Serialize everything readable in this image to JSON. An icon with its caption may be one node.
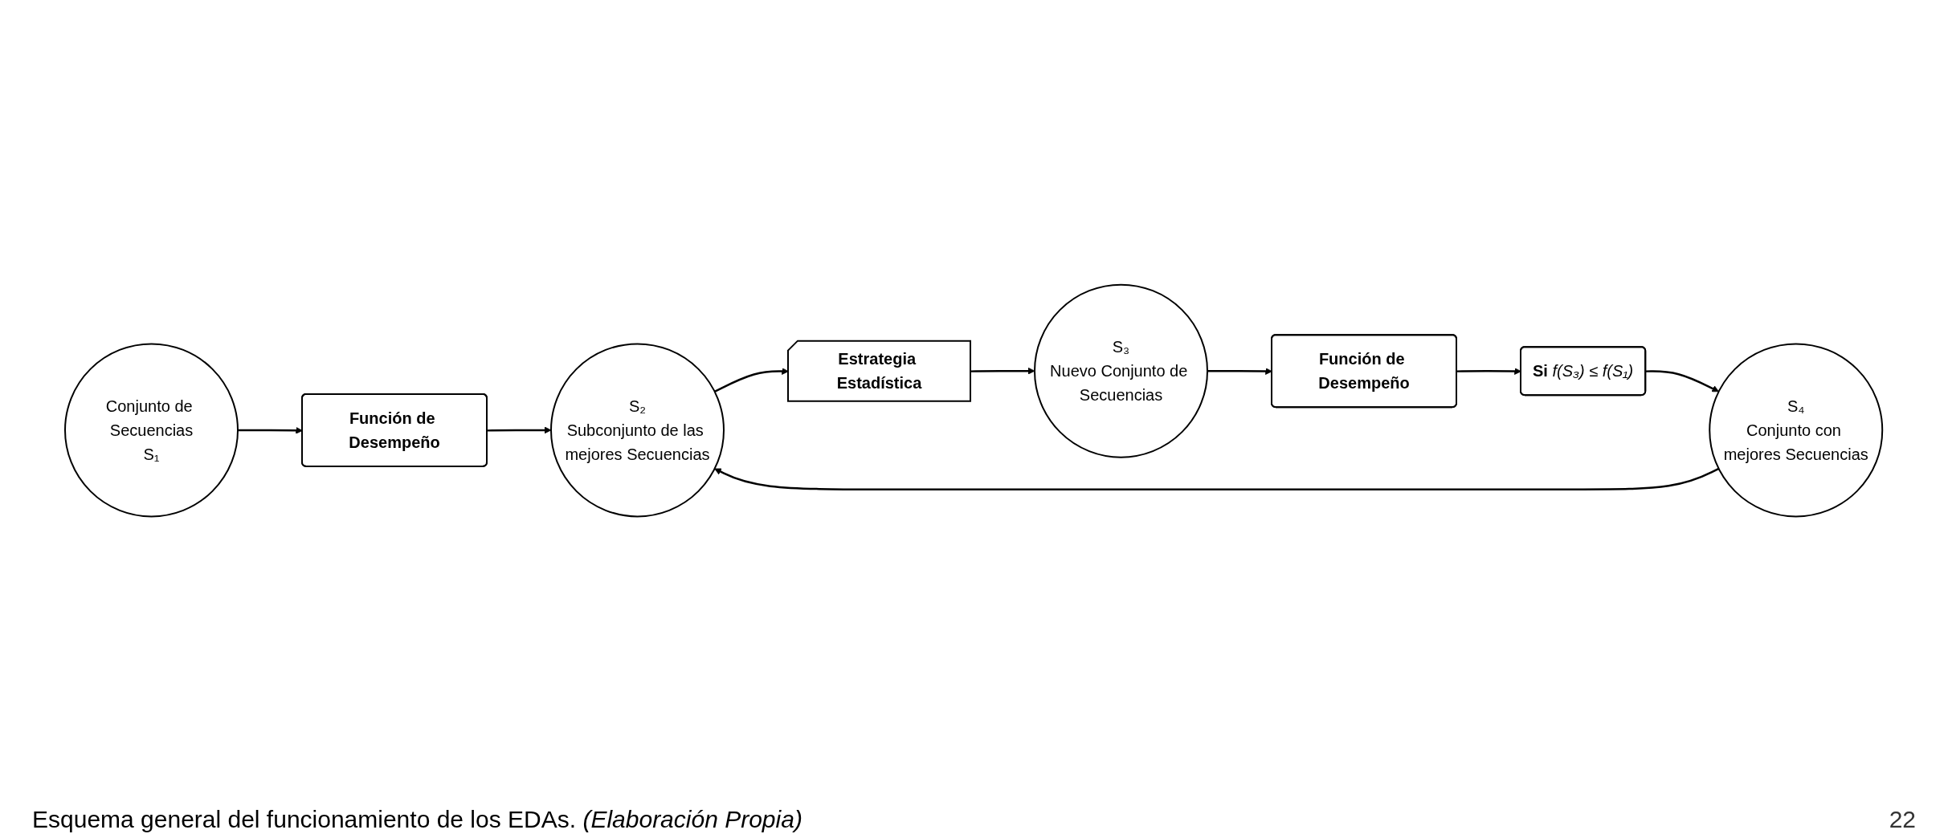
{
  "diagram": {
    "caption": "Esquema general del funcionamiento de los EDAs. *(Elaboración Propia)*",
    "nodes": [
      {
        "text": [
          "Conjunto de Secuencias",
          "S₁"
        ]
      },
      {
        "text": [
          "Función de Desempeño"
        ]
      },
      {
        "text": [
          "S₂",
          "Subconjunto de las mejores Secuencias"
        ]
      },
      {
        "text": [
          "Estrategia Estadística"
        ]
      },
      {
        "text": [
          "S₃",
          "Nuevo Conjunto de Secuencias"
        ]
      },
      {
        "text": [
          "Función de Desempeño"
        ]
      },
      {
        "text": [
          "**Si** *f(S₃) ≤ f(S₁)*"
        ]
      },
      {
        "text": [
          "S₄",
          "Conjunto con mejores Secuencias"
        ]
      }
    ],
    "edges": [
      {
        "from": 0,
        "to": 1,
        "arrow": "to"
      },
      {
        "from": 1,
        "to": 2,
        "arrow": "to"
      },
      {
        "from": 2,
        "to": 3,
        "arrow": "to"
      },
      {
        "from": 3,
        "to": 4,
        "arrow": "to"
      },
      {
        "from": 4,
        "to": 5,
        "arrow": "to"
      },
      {
        "from": 5,
        "to": 6,
        "arrow": "to"
      },
      {
        "from": 6,
        "to": 7,
        "arrow": "to"
      },
      {
        "from": 7,
        "to": 2,
        "arrow": "to"
      }
    ],
    "labels": [
      "22"
    ]
  }
}
